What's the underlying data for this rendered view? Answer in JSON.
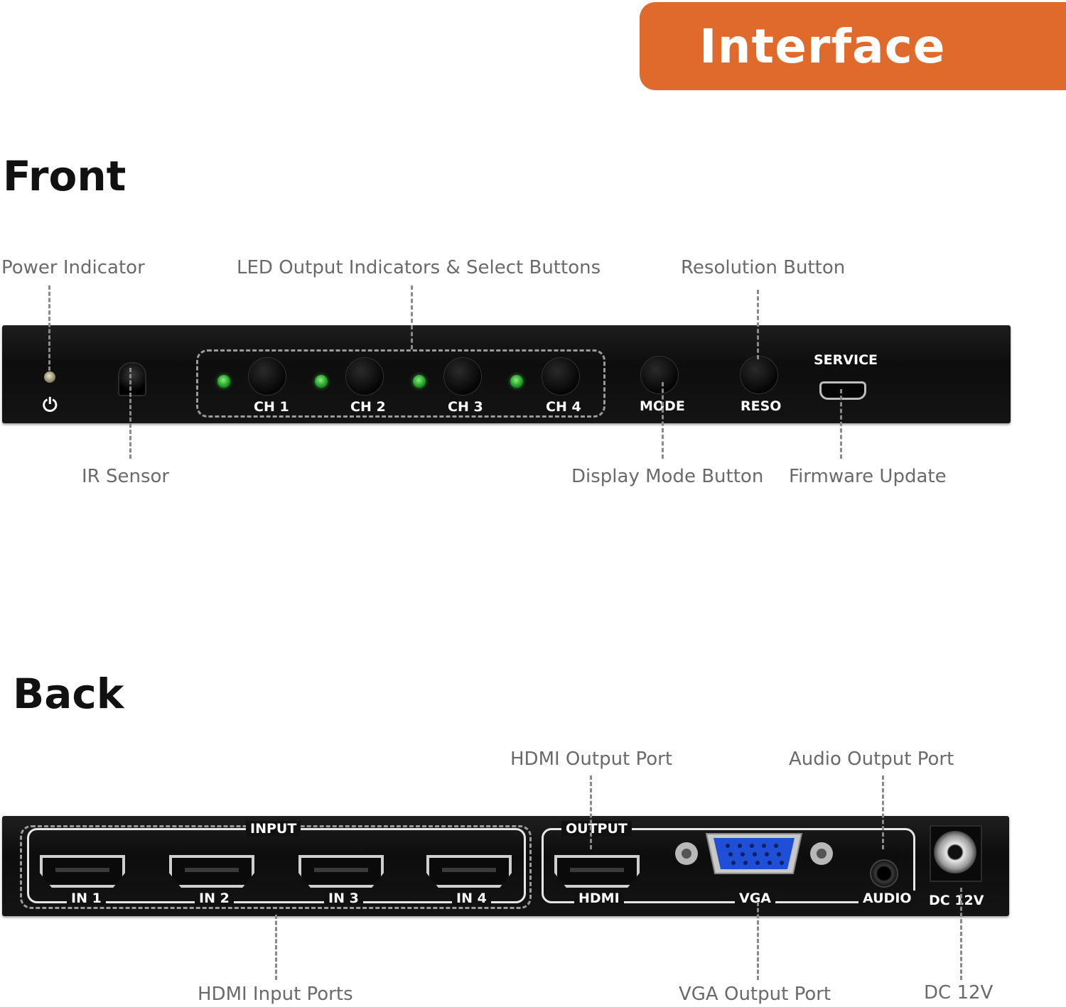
{
  "header": {
    "title": "Interface"
  },
  "front": {
    "title": "Front",
    "callouts": {
      "power_indicator": "Power Indicator",
      "led_select": "LED Output Indicators & Select Buttons",
      "resolution_button": "Resolution Button",
      "ir_sensor": "IR Sensor",
      "display_mode_button": "Display Mode Button",
      "firmware_update": "Firmware Update"
    },
    "panel": {
      "channels": [
        "CH 1",
        "CH 2",
        "CH 3",
        "CH 4"
      ],
      "mode_label": "MODE",
      "reso_label": "RESO",
      "service_label": "SERVICE",
      "power_symbol": "⏻"
    }
  },
  "back": {
    "title": "Back",
    "callouts": {
      "hdmi_output_port": "HDMI Output Port",
      "audio_output_port": "Audio Output Port",
      "hdmi_input_ports": "HDMI Input Ports",
      "vga_output_port": "VGA Output Port",
      "dc_12v": "DC 12V"
    },
    "panel": {
      "input_group_label": "INPUT",
      "output_group_label": "OUTPUT",
      "inputs": [
        "IN 1",
        "IN 2",
        "IN 3",
        "IN 4"
      ],
      "hdmi_label": "HDMI",
      "vga_label": "VGA",
      "audio_label": "AUDIO",
      "dc_label": "DC 12V"
    }
  },
  "colors": {
    "banner": "#e06a2c",
    "panel": "#111111",
    "led": "#2bbf36",
    "vga": "#1f4fd6"
  }
}
